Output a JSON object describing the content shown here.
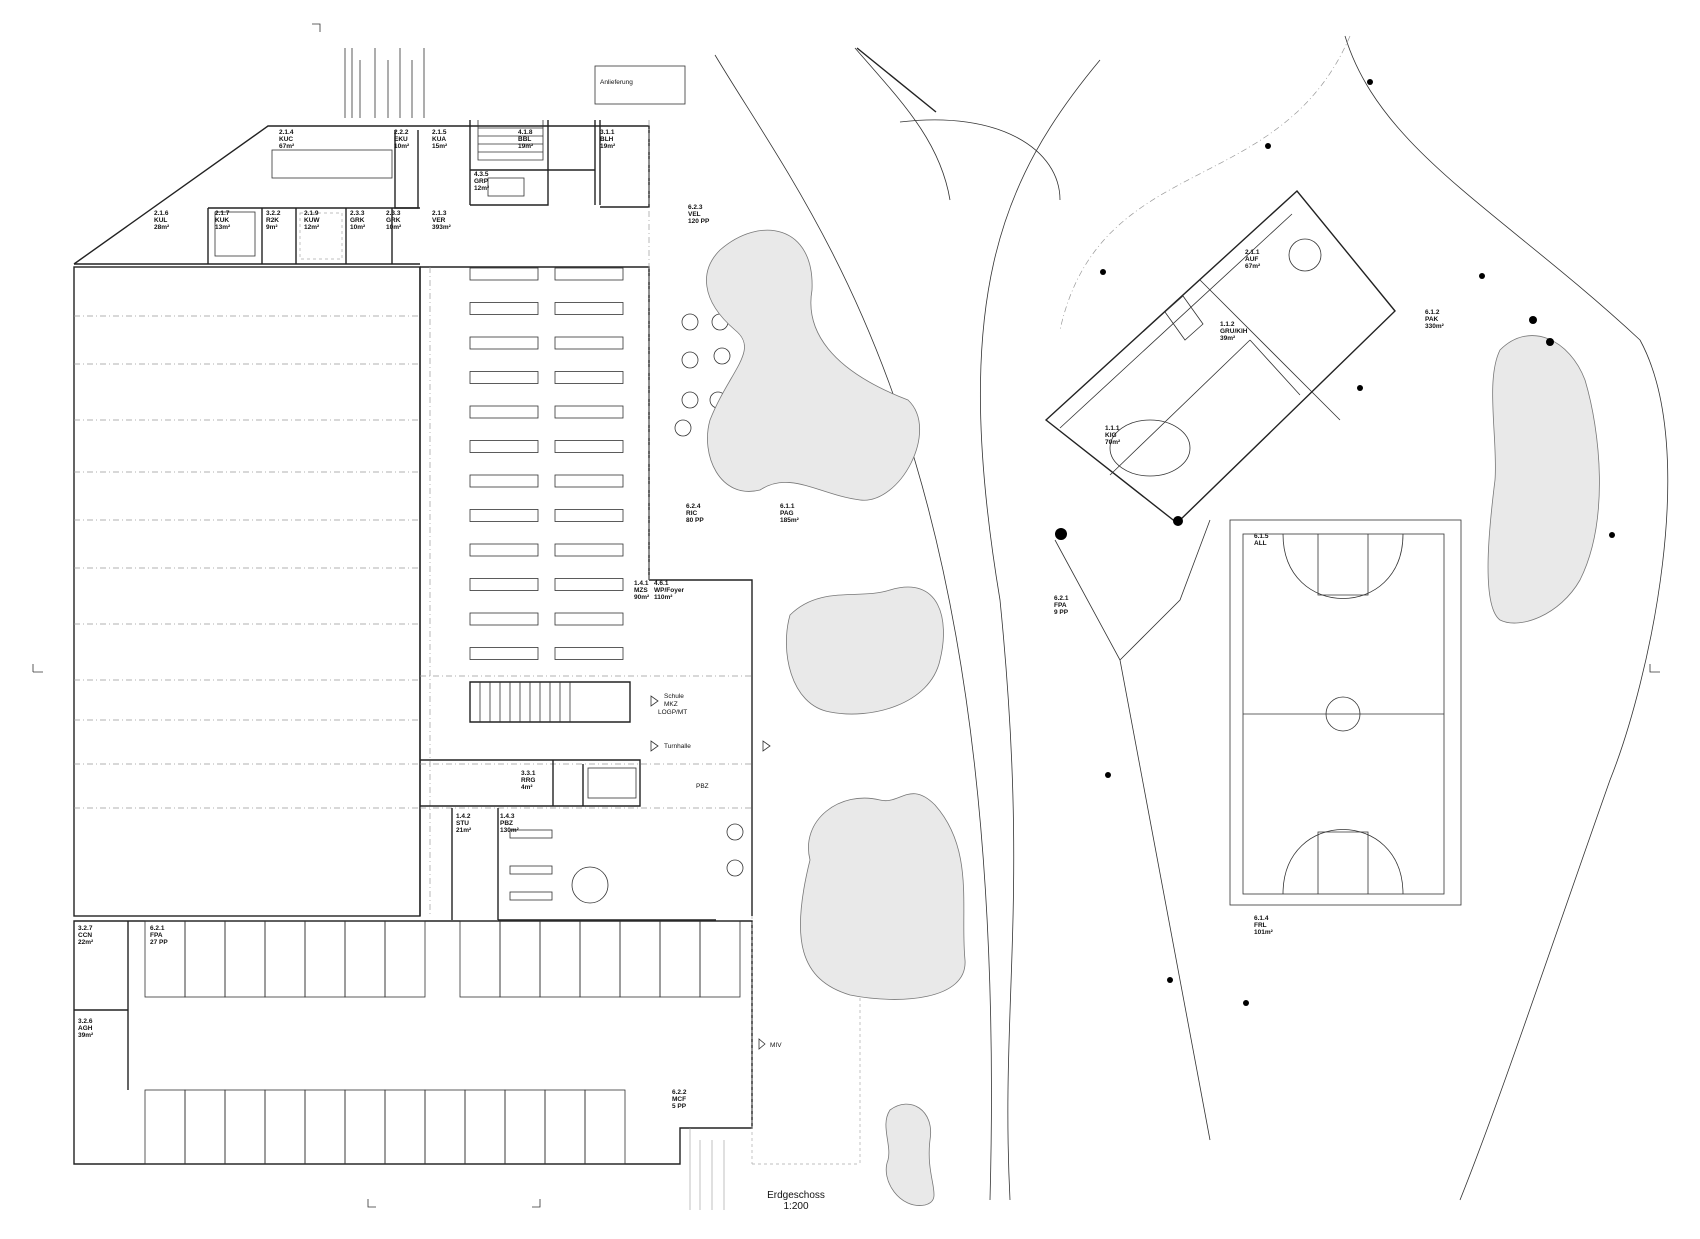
{
  "plan": {
    "title": "Erdgeschoss",
    "scale": "1:200",
    "delivery_label": "Anlieferung",
    "entrance_school": [
      "Schule",
      "MKZ",
      "LOGP/MT"
    ],
    "entrance_gym": "Turnhalle",
    "entrance_pbz": "PBZ",
    "entrance_miv": "MIV"
  },
  "rooms": [
    {
      "num": "2.1.4",
      "code": "KUC",
      "area": "67m²"
    },
    {
      "num": "2.2.2",
      "code": "EKU",
      "area": "10m²"
    },
    {
      "num": "2.1.5",
      "code": "KUA",
      "area": "15m²"
    },
    {
      "num": "4.1.8",
      "code": "BBL",
      "area": "19m²"
    },
    {
      "num": "3.1.1",
      "code": "BLH",
      "area": "19m²"
    },
    {
      "num": "4.3.5",
      "code": "GRP",
      "area": "12m²"
    },
    {
      "num": "2.1.6",
      "code": "KUL",
      "area": "28m²"
    },
    {
      "num": "2.1.7",
      "code": "KUK",
      "area": "13m²"
    },
    {
      "num": "3.2.2",
      "code": "R2K",
      "area": "9m²"
    },
    {
      "num": "2.1.9",
      "code": "KUW",
      "area": "12m²"
    },
    {
      "num": "2.3.3",
      "code": "GRK",
      "area": "10m²"
    },
    {
      "num": "2.3.3",
      "code": "GRK",
      "area": "10m²"
    },
    {
      "num": "2.1.3",
      "code": "VER",
      "area": "393m²"
    },
    {
      "num": "1.4.1",
      "code": "MZS",
      "area": "90m²"
    },
    {
      "num": "4.6.1",
      "code": "WP/Foyer",
      "area": "110m²"
    },
    {
      "num": "3.3.1",
      "code": "RRG",
      "area": "4m²"
    },
    {
      "num": "1.4.2",
      "code": "STU",
      "area": "21m²"
    },
    {
      "num": "1.4.3",
      "code": "PBZ",
      "area": "130m²"
    },
    {
      "num": "3.2.7",
      "code": "CCN",
      "area": "22m²"
    },
    {
      "num": "3.2.6",
      "code": "AGH",
      "area": "39m²"
    },
    {
      "num": "6.2.1",
      "code": "FPA",
      "area": "27 PP"
    },
    {
      "num": "6.2.2",
      "code": "MCF",
      "area": "5 PP"
    },
    {
      "num": "6.2.3",
      "code": "VEL",
      "area": "120 PP"
    },
    {
      "num": "6.2.4",
      "code": "RIC",
      "area": "80 PP"
    },
    {
      "num": "6.1.1",
      "code": "PAG",
      "area": "185m²"
    },
    {
      "num": "2.1.1",
      "code": "AUF",
      "area": "67m²"
    },
    {
      "num": "1.1.2",
      "code": "GRU/KIH",
      "area": "39m²"
    },
    {
      "num": "1.1.1",
      "code": "KIG",
      "area": "70m²"
    },
    {
      "num": "6.1.2",
      "code": "PAK",
      "area": "330m²"
    },
    {
      "num": "6.2.1",
      "code": "FPA",
      "area": "9 PP"
    },
    {
      "num": "6.1.5",
      "code": "ALL",
      "area": ""
    },
    {
      "num": "6.1.4",
      "code": "FRL",
      "area": "101m²"
    }
  ]
}
